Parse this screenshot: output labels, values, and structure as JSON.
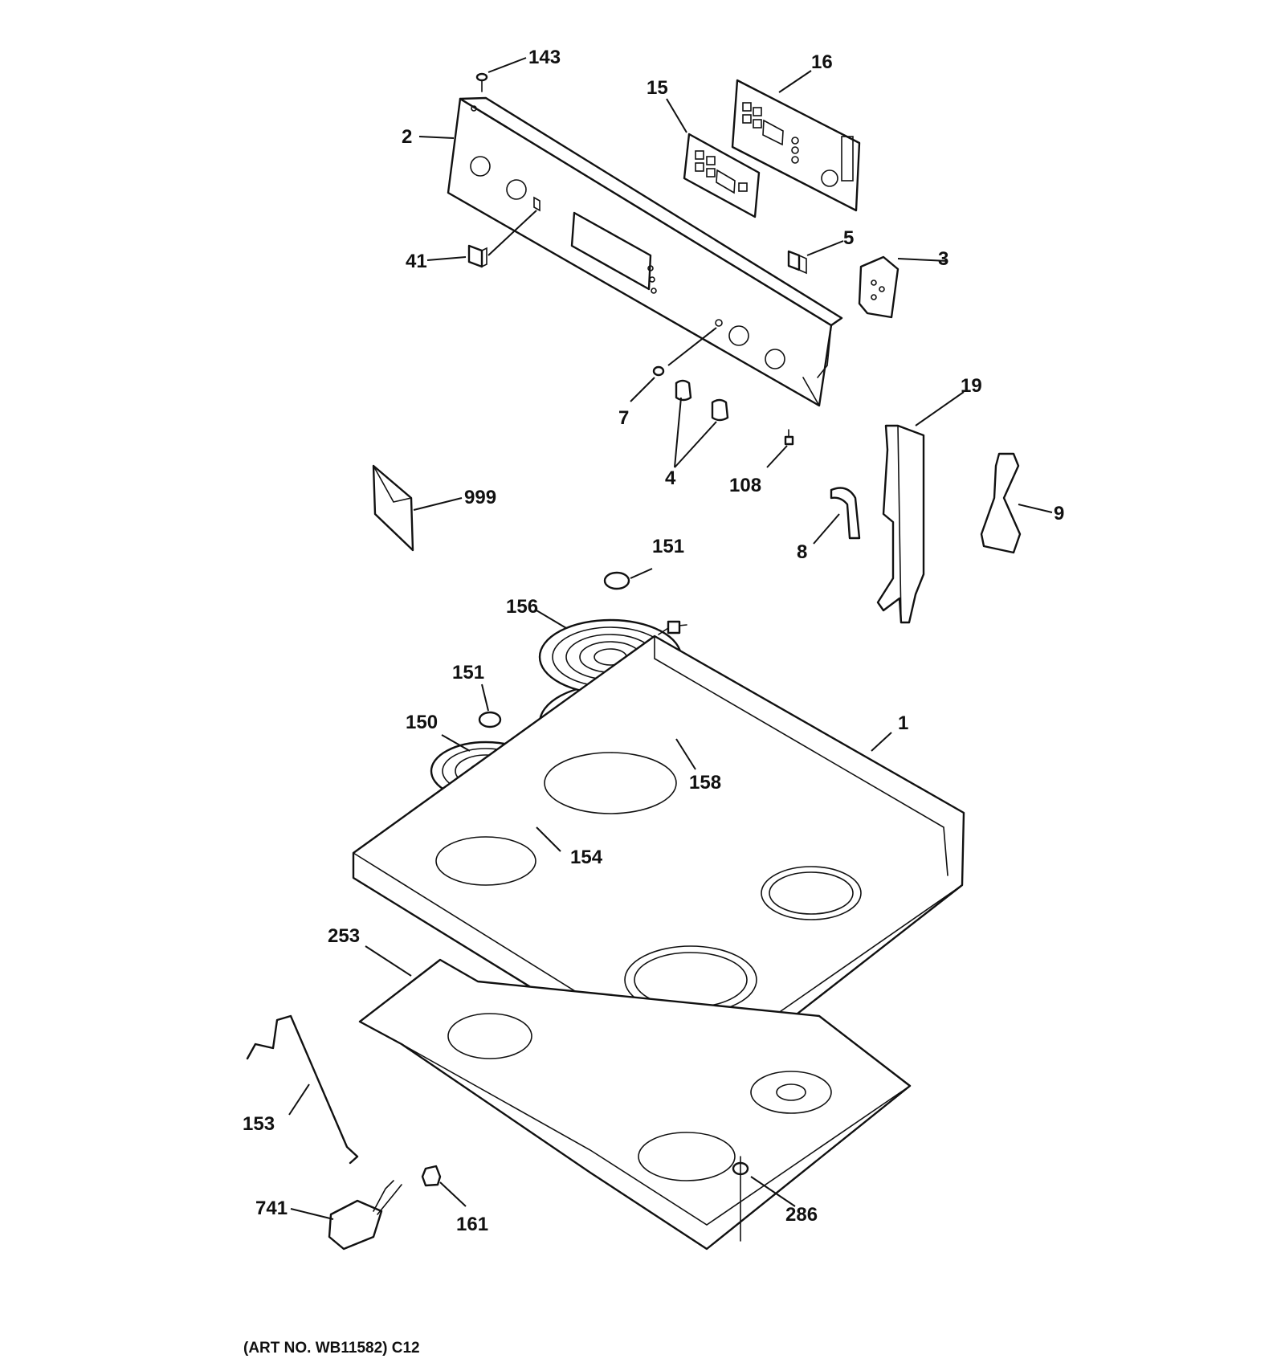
{
  "labels": {
    "p143": "143",
    "p2": "2",
    "p15": "15",
    "p16": "16",
    "p41": "41",
    "p5": "5",
    "p3": "3",
    "p7": "7",
    "p4": "4",
    "p108": "108",
    "p19": "19",
    "p999": "999",
    "p8": "8",
    "p9": "9",
    "p151a": "151",
    "p156": "156",
    "p151b": "151",
    "p150": "150",
    "p1": "1",
    "p158": "158",
    "p154": "154",
    "p253": "253",
    "p153": "153",
    "p741": "741",
    "p161": "161",
    "p286": "286"
  },
  "footer": {
    "art_no": "(ART NO. WB11582) C12"
  }
}
